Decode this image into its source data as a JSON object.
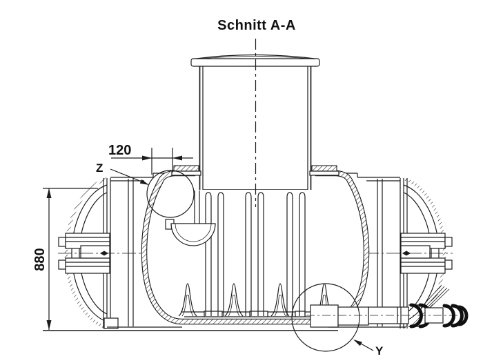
{
  "drawing": {
    "title": "Schnitt A-A",
    "dimensions": {
      "neck_offset": "120",
      "tank_height": "880"
    },
    "detail_labels": {
      "neck_seal": "Z",
      "outlet": "Y"
    },
    "colors": {
      "line": "#1b1b1b",
      "background": "#ffffff"
    }
  }
}
